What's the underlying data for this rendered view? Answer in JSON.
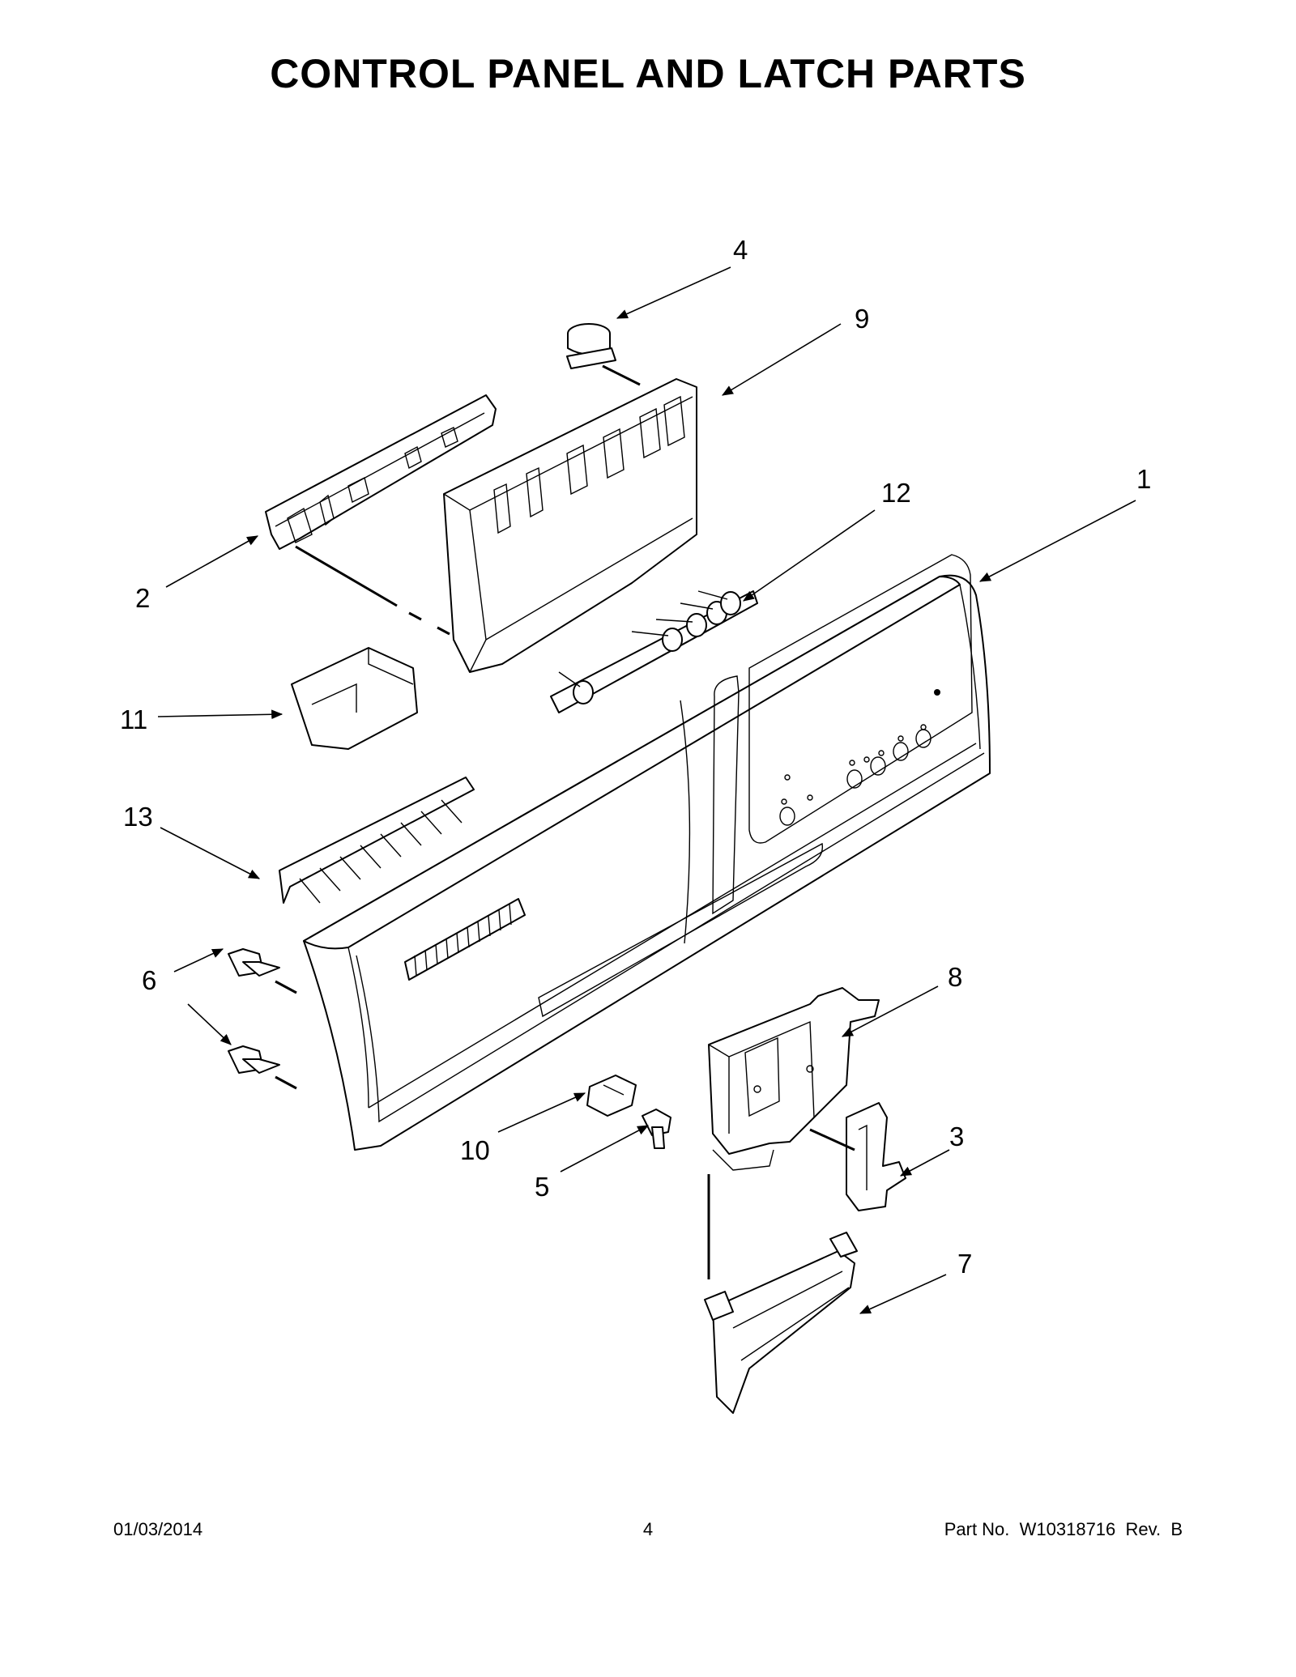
{
  "title": "CONTROL PANEL AND LATCH PARTS",
  "callouts": [
    {
      "id": "c1",
      "label": "1"
    },
    {
      "id": "c2",
      "label": "2"
    },
    {
      "id": "c3",
      "label": "3"
    },
    {
      "id": "c4",
      "label": "4"
    },
    {
      "id": "c5",
      "label": "5"
    },
    {
      "id": "c6",
      "label": "6"
    },
    {
      "id": "c7",
      "label": "7"
    },
    {
      "id": "c8",
      "label": "8"
    },
    {
      "id": "c9",
      "label": "9"
    },
    {
      "id": "c10",
      "label": "10"
    },
    {
      "id": "c11",
      "label": "11"
    },
    {
      "id": "c12",
      "label": "12"
    },
    {
      "id": "c13",
      "label": "13"
    }
  ],
  "footer": {
    "date": "01/03/2014",
    "page": "4",
    "part_no": "Part No.  W10318716  Rev.  B"
  }
}
